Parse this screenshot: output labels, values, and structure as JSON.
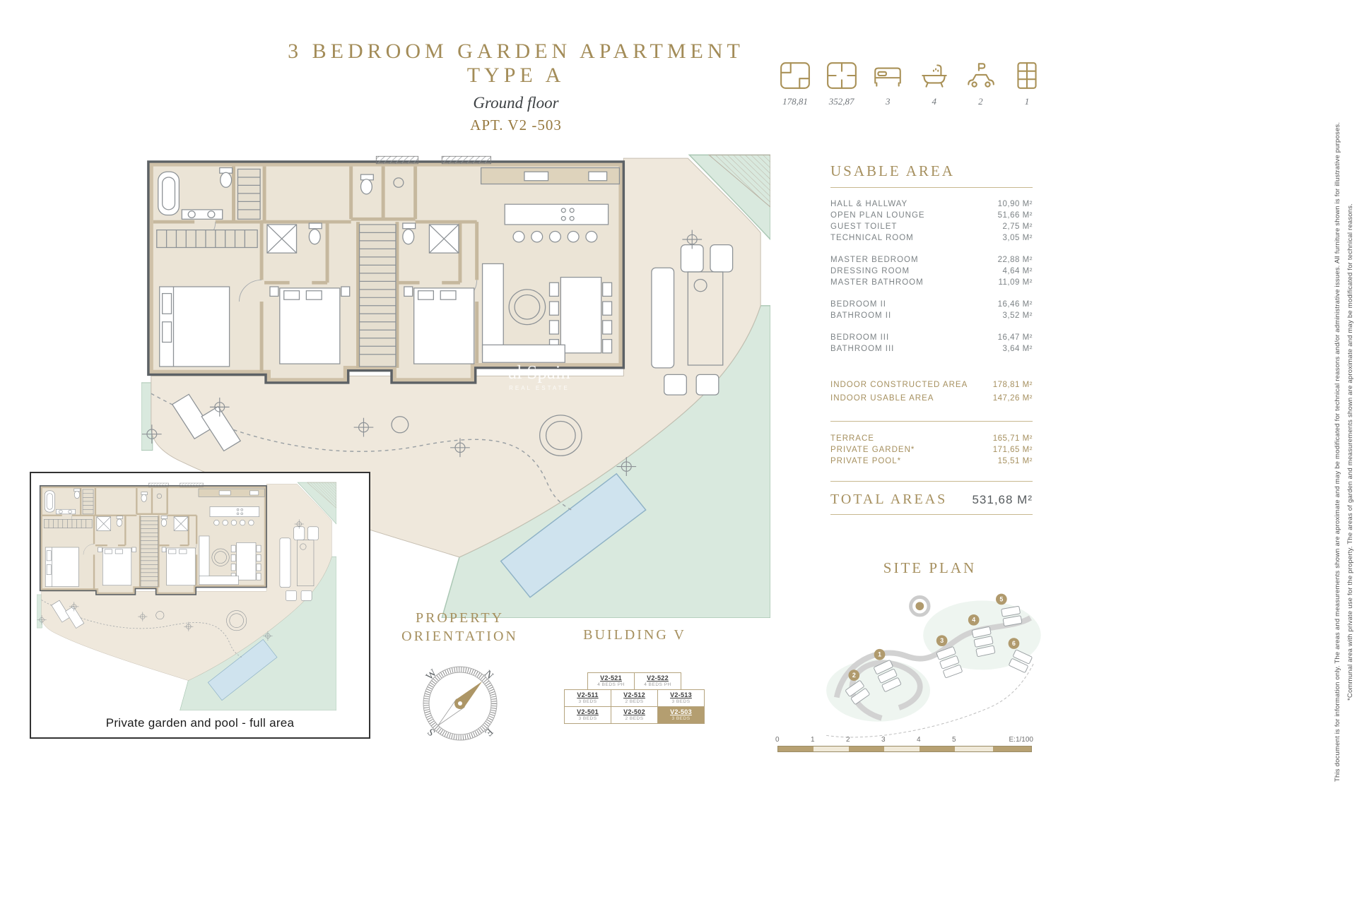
{
  "header": {
    "title": "3 Bedroom Garden Apartment type A",
    "subtitle": "Ground floor",
    "apt": "APT. V2 -503"
  },
  "stats": [
    {
      "icon": "indoor-area-plan-icon",
      "value": "178,81"
    },
    {
      "icon": "total-area-plan-icon",
      "value": "352,87"
    },
    {
      "icon": "bed-icon",
      "value": "3"
    },
    {
      "icon": "bath-icon",
      "value": "4"
    },
    {
      "icon": "parking-icon",
      "value": "2"
    },
    {
      "icon": "storage-icon",
      "value": "1"
    }
  ],
  "sidebar": {
    "heading": "Usable Area",
    "g1": [
      {
        "label": "Hall & Hallway",
        "value": "10,90 M²"
      },
      {
        "label": "Open Plan Lounge",
        "value": "51,66 M²"
      },
      {
        "label": "Guest Toilet",
        "value": "2,75 M²"
      },
      {
        "label": "Technical Room",
        "value": "3,05 M²"
      }
    ],
    "g2": [
      {
        "label": "Master Bedroom",
        "value": "22,88 M²"
      },
      {
        "label": "Dressing Room",
        "value": "4,64 M²"
      },
      {
        "label": "Master Bathroom",
        "value": "11,09 M²"
      }
    ],
    "g3": [
      {
        "label": "Bedroom II",
        "value": "16,46 M²"
      },
      {
        "label": "Bathroom II",
        "value": "3,52 M²"
      }
    ],
    "g4": [
      {
        "label": "Bedroom III",
        "value": "16,47 M²"
      },
      {
        "label": "Bathroom III",
        "value": "3,64 M²"
      }
    ],
    "indoor": [
      {
        "label": "Indoor Constructed Area",
        "value": "178,81 M²"
      },
      {
        "label": "Indoor Usable Area",
        "value": "147,26 M²"
      }
    ],
    "outdoor": [
      {
        "label": "Terrace",
        "value": "165,71 M²"
      },
      {
        "label": "Private Garden*",
        "value": "171,65 M²"
      },
      {
        "label": "Private Pool*",
        "value": "15,51 M²"
      }
    ],
    "total": {
      "label": "Total Areas",
      "value": "531,68 M²"
    }
  },
  "inset": {
    "caption": "Private garden and pool - full area"
  },
  "orientation": {
    "line1": "Property",
    "line2": "Orientation",
    "letters": {
      "n": "N",
      "e": "E",
      "s": "S",
      "w": "W"
    }
  },
  "building": {
    "heading": "Building V",
    "r1": [
      {
        "unit": "V2-521",
        "beds": "4 BEDS PH"
      },
      {
        "unit": "V2-522",
        "beds": "4 BEDS PH"
      }
    ],
    "r2": [
      {
        "unit": "V2-511",
        "beds": "3 BEDS"
      },
      {
        "unit": "V2-512",
        "beds": "2 BEDS"
      },
      {
        "unit": "V2-513",
        "beds": "3 BEDS"
      }
    ],
    "r3": [
      {
        "unit": "V2-501",
        "beds": "3 BEDS"
      },
      {
        "unit": "V2-502",
        "beds": "2 BEDS"
      },
      {
        "unit": "V2-503",
        "beds": "3 BEDS"
      }
    ]
  },
  "site": {
    "heading": "Site Plan",
    "markers": [
      "1",
      "2",
      "3",
      "4",
      "5",
      "6"
    ]
  },
  "scale": {
    "ticks": [
      "0",
      "1",
      "2",
      "3",
      "4",
      "5"
    ],
    "label": "E:1/100"
  },
  "watermark": {
    "line1": "al Spain",
    "line2": "REAL ESTATE"
  },
  "disclaimer": {
    "line1": "This document is for information only. The areas and measurements shown are aproximate and may be modificated for technical reasons and/or administrative issues. All furniture shown is for illustrative purposes.",
    "line2": "*Communal area with private use for the property. The areas of garden and measurements shown are aproximate and may be modificated for technical reasons."
  }
}
